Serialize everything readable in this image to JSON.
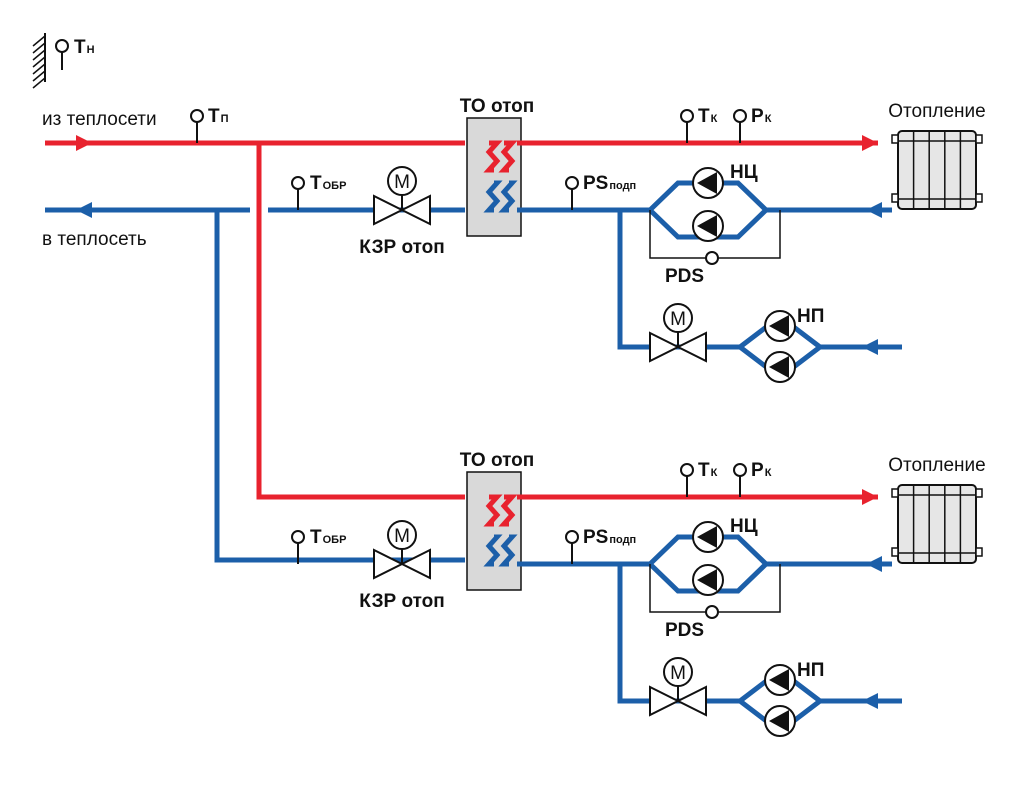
{
  "colors": {
    "supply": "#e8222e",
    "return": "#1c5fa9",
    "exchanger_fill": "#d9d9d9",
    "radiator_fill": "#e6e6e6",
    "ink": "#111111"
  },
  "labels": {
    "outdoor_temp": {
      "main": "T",
      "sub": "Н"
    },
    "supply_in": "из теплосети",
    "return_out": "в теплосеть",
    "supply_temp": {
      "main": "T",
      "sub": "П"
    }
  },
  "circuits": [
    {
      "exchanger": "ТО отоп",
      "heating": "Отопление",
      "tk": {
        "main": "T",
        "sub": "К"
      },
      "pk": {
        "main": "P",
        "sub": "К"
      },
      "tobr": {
        "main": "T",
        "sub": "ОБР"
      },
      "ps": {
        "main": "PS",
        "sub": "подп"
      },
      "valve": "КЗР отоп",
      "circ_pumps": "НЦ",
      "pds": "PDS",
      "makeup_pumps": "НП",
      "motor": "M"
    },
    {
      "exchanger": "ТО отоп",
      "heating": "Отопление",
      "tk": {
        "main": "T",
        "sub": "К"
      },
      "pk": {
        "main": "P",
        "sub": "К"
      },
      "tobr": {
        "main": "T",
        "sub": "ОБР"
      },
      "ps": {
        "main": "PS",
        "sub": "подп"
      },
      "valve": "КЗР отоп",
      "circ_pumps": "НЦ",
      "pds": "PDS",
      "makeup_pumps": "НП",
      "motor": "M"
    }
  ]
}
